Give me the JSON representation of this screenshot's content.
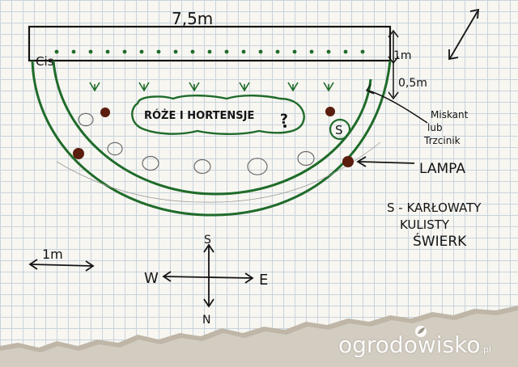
{
  "colors": {
    "ink": "#141414",
    "green": "#1f6b2a",
    "brown": "#5a1d0e",
    "grid": "#c9d3db"
  },
  "labels": {
    "width_dimension": "7,5m",
    "depth_dimension": "1m",
    "depth_dimension_2": "0,5m",
    "cis": "Cis",
    "roses_label": "RÓŻE I HORTENSJE",
    "roses_mark": "?",
    "spruce_marker": "S",
    "miskant_line1": "Miskant",
    "miskant_line2": "lub",
    "miskant_line3": "Trzcinik",
    "lamp": "LAMPA",
    "legend_line1": "S - KARŁOWATY",
    "legend_line2": "KULISTY",
    "legend_line3": "ŚWIERK",
    "scale_label": "1m",
    "north_letter_top": "S",
    "west": "W",
    "east": "E",
    "north_letter_bottom": "N"
  },
  "watermark": {
    "brand": "ogrodowisko",
    "tld": ".pl"
  },
  "icons": [
    "double-arrow-icon",
    "lamp-arrow-icon",
    "compass-icon",
    "scale-arrow-icon",
    "leaf-logo-icon"
  ]
}
